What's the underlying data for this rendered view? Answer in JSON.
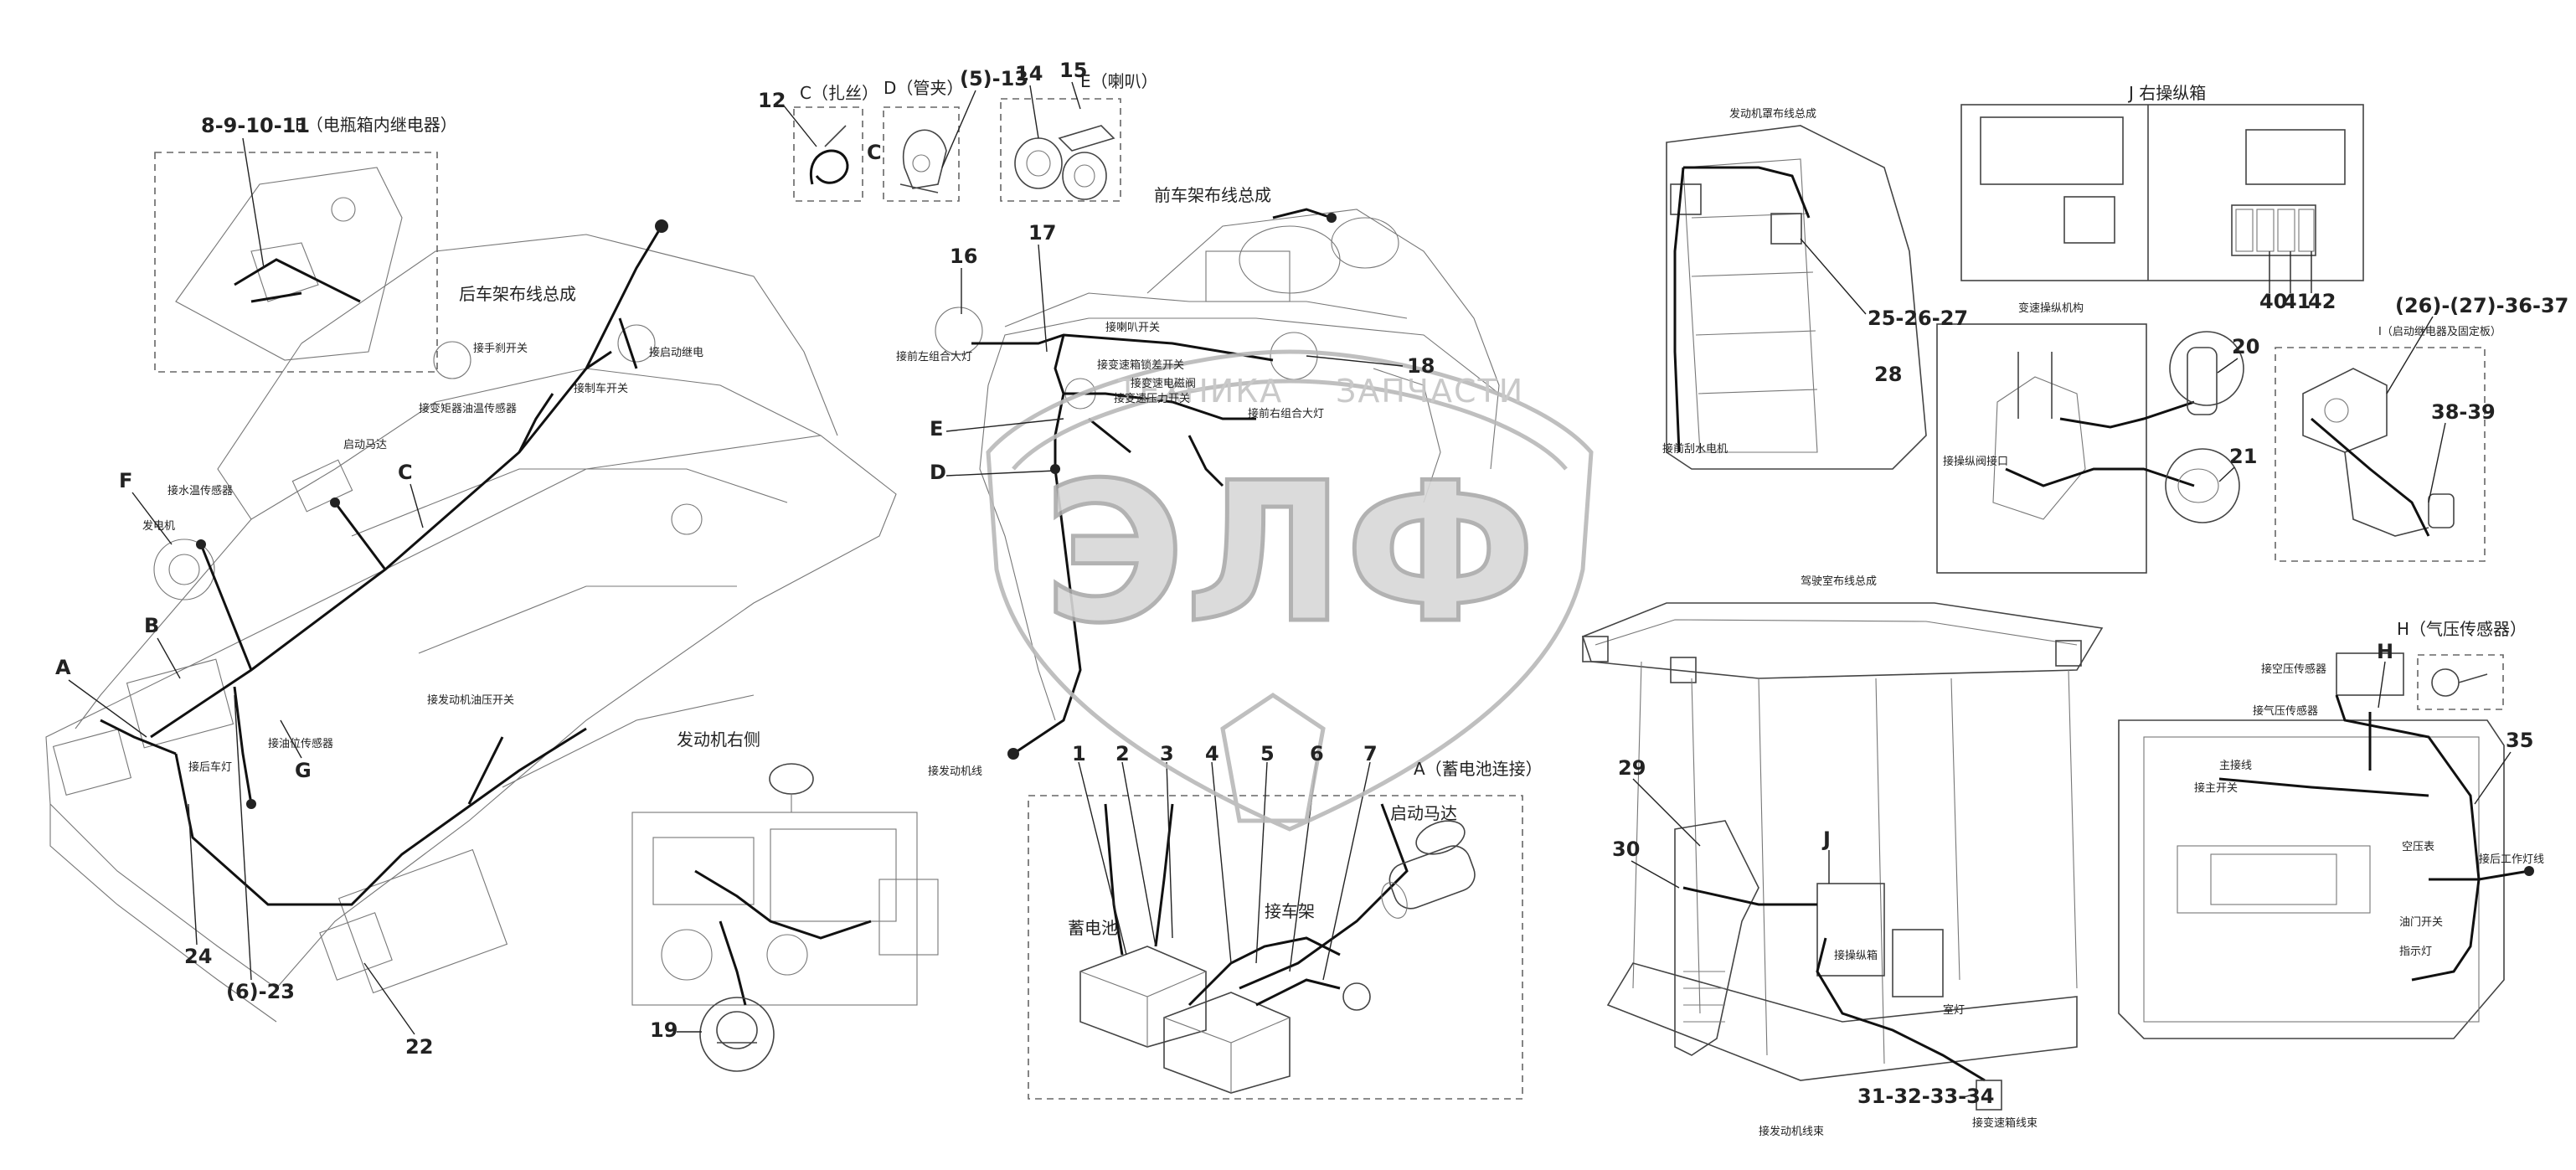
{
  "watermark": {
    "top_text_left": "ТЕХНИКА",
    "top_text_right": "ЗАПЧАСТИ",
    "big_text": "ЭЛФ"
  },
  "titles": {
    "rear_frame": "后车架布线总成",
    "front_frame": "前车架布线总成",
    "engine_right": "发动机右侧",
    "hood": "发动机罩布线总成",
    "right_console": "J 右操纵箱",
    "shift_mech": "变速操纵机构",
    "cab": "驾驶室布线总成",
    "view_a": "A（蓄电池连接）",
    "view_b": "B（电瓶箱内继电器）",
    "view_c": "C（扎丝）",
    "view_d": "D（管夹）",
    "view_e": "E（喇叭）",
    "view_h": "H（气压传感器）",
    "view_i": "I（启动继电器及固定板）"
  },
  "callouts": [
    {
      "id": "c-8-11",
      "text": "8-9-10-11"
    },
    {
      "id": "c-12",
      "text": "12"
    },
    {
      "id": "c-c",
      "text": "C"
    },
    {
      "id": "c-d",
      "text": "D"
    },
    {
      "id": "c-5-13",
      "text": "(5)-13"
    },
    {
      "id": "c-14",
      "text": "14"
    },
    {
      "id": "c-15",
      "text": "15"
    },
    {
      "id": "c-16",
      "text": "16"
    },
    {
      "id": "c-17",
      "text": "17"
    },
    {
      "id": "c-18",
      "text": "18"
    },
    {
      "id": "c-e2",
      "text": "E"
    },
    {
      "id": "c-d2",
      "text": "D"
    },
    {
      "id": "c-f",
      "text": "F"
    },
    {
      "id": "c-b",
      "text": "B"
    },
    {
      "id": "c-a",
      "text": "A"
    },
    {
      "id": "c-g",
      "text": "G"
    },
    {
      "id": "c-c2",
      "text": "C"
    },
    {
      "id": "c-24",
      "text": "24"
    },
    {
      "id": "c-6-23",
      "text": "(6)-23"
    },
    {
      "id": "c-22",
      "text": "22"
    },
    {
      "id": "c-19",
      "text": "19"
    },
    {
      "id": "c-1",
      "text": "1"
    },
    {
      "id": "c-2",
      "text": "2"
    },
    {
      "id": "c-3",
      "text": "3"
    },
    {
      "id": "c-4",
      "text": "4"
    },
    {
      "id": "c-5",
      "text": "5"
    },
    {
      "id": "c-6",
      "text": "6"
    },
    {
      "id": "c-7",
      "text": "7"
    },
    {
      "id": "c-25-27",
      "text": "25-26-27"
    },
    {
      "id": "c-28",
      "text": "28"
    },
    {
      "id": "c-20",
      "text": "20"
    },
    {
      "id": "c-21",
      "text": "21"
    },
    {
      "id": "c-40",
      "text": "40"
    },
    {
      "id": "c-41",
      "text": "41"
    },
    {
      "id": "c-42",
      "text": "42"
    },
    {
      "id": "c-26-37",
      "text": "(26)-(27)-36-37"
    },
    {
      "id": "c-38-39",
      "text": "38-39"
    },
    {
      "id": "c-h",
      "text": "H"
    },
    {
      "id": "c-35",
      "text": "35"
    },
    {
      "id": "c-29",
      "text": "29"
    },
    {
      "id": "c-30",
      "text": "30"
    },
    {
      "id": "c-j",
      "text": "J"
    },
    {
      "id": "c-31-34",
      "text": "31-32-33-34"
    }
  ],
  "labels": {
    "hand_brake": "接手刹开关",
    "start_relay": "接启动继电",
    "brake_switch": "接制车开关",
    "trans_oil_sensor": "接变矩器油温传感器",
    "starter_motor": "启动马达",
    "water_temp": "接水温传感器",
    "generator": "发电机",
    "rear_light": "接后车灯",
    "fuel_sensor": "接油位传感器",
    "hydraulic_switch": "接发动机油压开关",
    "left_light": "接前左组合大灯",
    "horn_button": "接喇叭开关",
    "diff_switch": "接变速箱锁差开关",
    "pressure_switch": "接变速压力开关",
    "right_light": "接前右组合大灯",
    "trans_solenoid": "接变速电磁阀",
    "engine_plug": "接发动机线",
    "battery": "蓄电池",
    "ground": "接车架",
    "starter_a": "启动马达",
    "front_wiper": "接前刮水电机",
    "shift_plug": "接操纵阀接口",
    "cab_plug": "接操纵箱",
    "cab_switch": "接主开关",
    "cab_fuse": "接空压传感器",
    "cab_panel1": "主接线",
    "cab_panel2": "空压表",
    "cab_panel3": "油门开关",
    "cab_panel4": "指示灯",
    "cab_panel5": "接后工作灯线",
    "cab_bottom": "接发动机线束",
    "cab_bottom2": "接变速箱线束",
    "cab_light": "室灯",
    "aux_sensor": "接气压传感器"
  },
  "colors": {
    "line": "#444444",
    "wire": "#111111",
    "watermark": "#c4c4c4"
  }
}
